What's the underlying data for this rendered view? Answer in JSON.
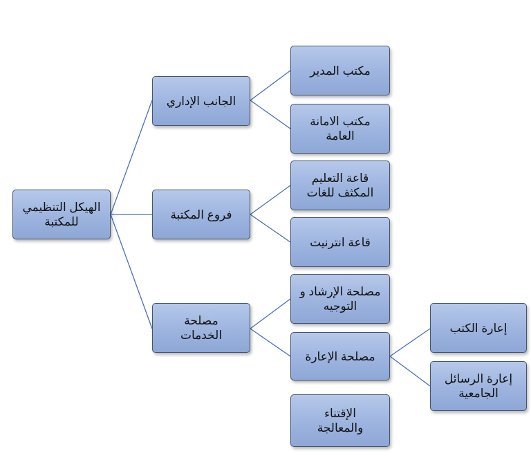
{
  "diagram": {
    "type": "org-chart",
    "root": "الهيكل التنظيمي للمكتبة",
    "nodes": {
      "root": "الهيكل التنظيمي للمكتبة",
      "admin": "الجانب الإداري",
      "branches": "فروع المكتبة",
      "services": "مصلحة الخدمات",
      "director_office": "مكتب المدير",
      "secretariat": "مكتب الامانة العامة",
      "language_hall": "قاعة التعليم المكثف للغات",
      "internet_hall": "قاعة انترنيت",
      "guidance": "مصلحة الإرشاد و التوجيه",
      "lending": "مصلحة الإعارة",
      "book_lending": "إعارة الكتب",
      "thesis_lending": "إعارة الرسائل الجامعية",
      "acquisition": "الإقتناء والمعالجة"
    },
    "edges": [
      [
        "root",
        "admin"
      ],
      [
        "root",
        "branches"
      ],
      [
        "root",
        "services"
      ],
      [
        "admin",
        "director_office"
      ],
      [
        "admin",
        "secretariat"
      ],
      [
        "branches",
        "language_hall"
      ],
      [
        "branches",
        "internet_hall"
      ],
      [
        "services",
        "guidance"
      ],
      [
        "services",
        "lending"
      ],
      [
        "lending",
        "book_lending"
      ],
      [
        "lending",
        "thesis_lending"
      ]
    ],
    "colors": {
      "box_fill": "#9db4df",
      "box_border": "#44546a",
      "line": "#4a6fb5",
      "text": "#111111"
    }
  }
}
